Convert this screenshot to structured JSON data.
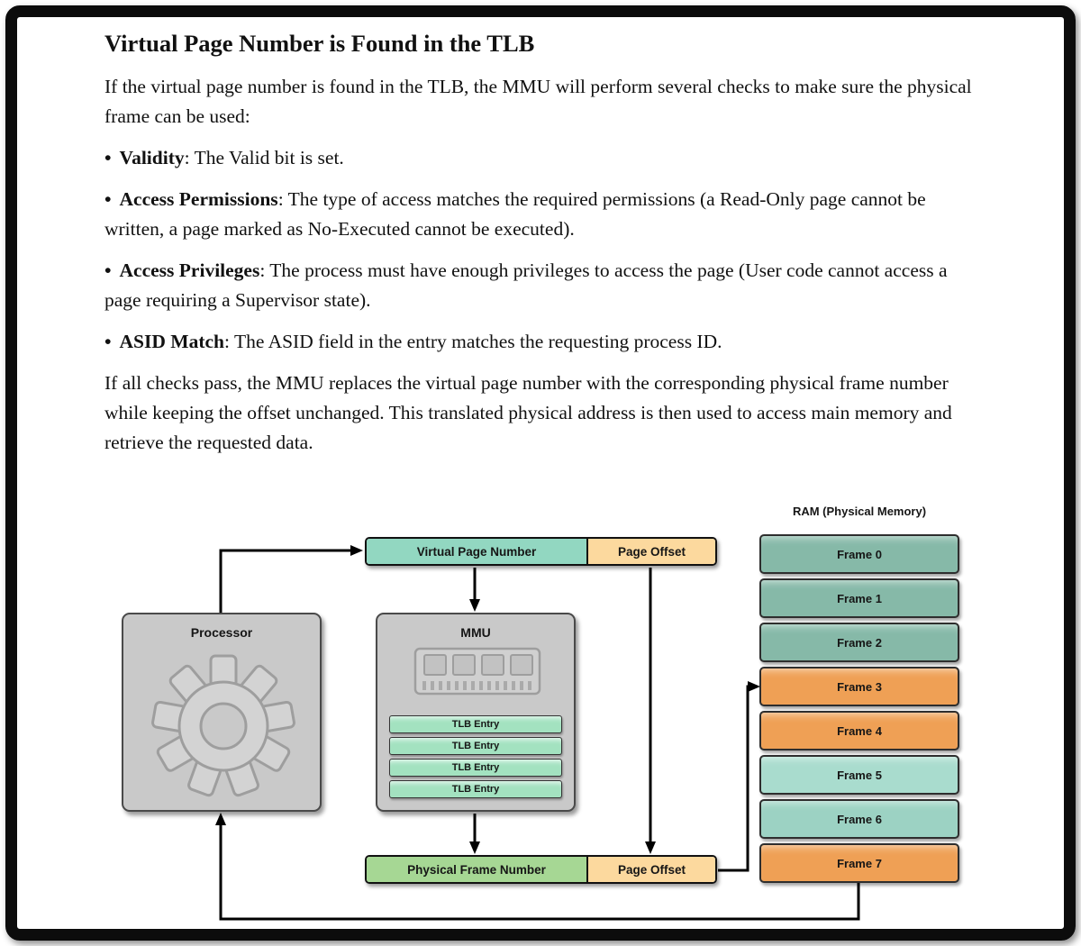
{
  "page": {
    "title": "Virtual Page Number is Found in the TLB",
    "intro": "If the virtual page number is found in the TLB, the MMU will perform several checks to make sure the physical frame can be used:",
    "bullet_glyph": "•",
    "bullets": [
      {
        "term": "Validity",
        "rest": ": The Valid bit is set."
      },
      {
        "term": "Access Permissions",
        "rest": ": The type of access matches the required permissions (a Read-Only page cannot be written, a page marked as No-Executed cannot be executed)."
      },
      {
        "term": "Access Privileges",
        "rest": ": The process must have enough privileges to access the page (User code cannot access a page requiring a Supervisor state)."
      },
      {
        "term": "ASID Match",
        "rest": ": The ASID field in the entry matches the requesting process ID."
      }
    ],
    "outro": "If all checks pass, the MMU replaces the virtual page number with the corresponding physical frame number while keeping the offset unchanged. This translated physical address is then used to access main memory and retrieve the requested data."
  },
  "diagram": {
    "ram_label": "RAM (Physical Memory)",
    "processor_label": "Processor",
    "mmu_label": "MMU",
    "vpn_label": "Virtual Page Number",
    "page_offset_top": "Page Offset",
    "pfn_label": "Physical Frame Number",
    "page_offset_bottom": "Page Offset",
    "tlb_entries": [
      "TLB Entry",
      "TLB Entry",
      "TLB Entry",
      "TLB Entry"
    ],
    "frames": [
      {
        "label": "Frame 0",
        "color": "#86b9a8"
      },
      {
        "label": "Frame 1",
        "color": "#86b9a8"
      },
      {
        "label": "Frame 2",
        "color": "#86b9a8"
      },
      {
        "label": "Frame 3",
        "color": "#efa055"
      },
      {
        "label": "Frame 4",
        "color": "#efa055"
      },
      {
        "label": "Frame 5",
        "color": "#a9dcce"
      },
      {
        "label": "Frame 6",
        "color": "#9cd2c3"
      },
      {
        "label": "Frame 7",
        "color": "#efa055"
      }
    ],
    "colors": {
      "vpn": "#92d7c1",
      "page_offset": "#fcd99e",
      "pfn": "#a6d794",
      "box_gray": "#c9c9c9",
      "tlb_green": "#a3e2c0",
      "arrow": "#000000"
    }
  }
}
